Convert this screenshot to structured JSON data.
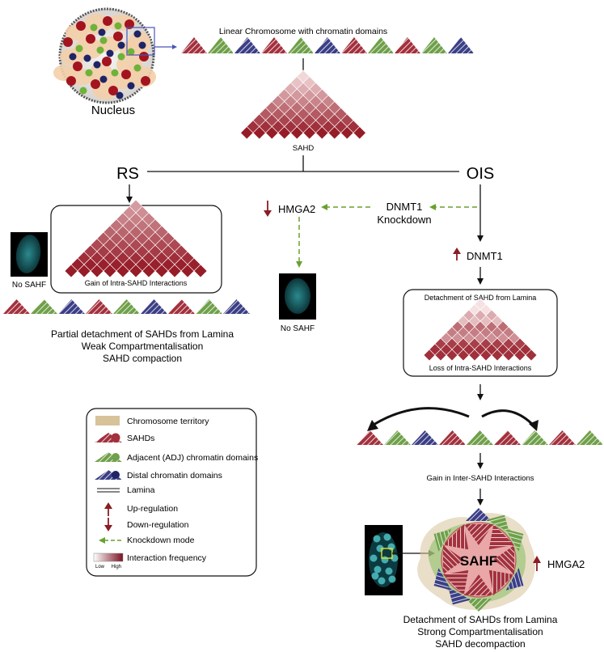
{
  "top": {
    "nucleus_label": "Nucleus",
    "linear_chromosome_label": "Linear Chromosome with chromatin domains",
    "sahd_label": "SAHD"
  },
  "branches": {
    "rs_label": "RS",
    "ois_label": "OIS"
  },
  "rs": {
    "no_sahf": "No SAHF",
    "box_label": "Gain of Intra-SAHD Interactions",
    "summary": [
      "Partial detachment of SAHDs from Lamina",
      "Weak Compartmentalisation",
      "SAHD compaction"
    ]
  },
  "middle": {
    "hmga2": "HMGA2",
    "dnmt1_knockdown": [
      "DNMT1",
      "Knockdown"
    ],
    "no_sahf": "No SAHF"
  },
  "ois": {
    "dnmt1": "DNMT1",
    "box_top": "Detachment of SAHD from Lamina",
    "box_bottom": "Loss of Intra-SAHD Interactions",
    "gain_inter": "Gain in Inter-SAHD Interactions",
    "sahf": "SAHF",
    "hmga2": "HMGA2",
    "summary": [
      "Detachment of SAHDs from Lamina",
      "Strong Compartmentalisation",
      "SAHD decompaction"
    ]
  },
  "legend": {
    "items": [
      "Chromosome territory",
      "SAHDs",
      "Adjacent (ADJ) chromatin domains",
      "Distal chromatin domains",
      "Lamina",
      "Up-regulation",
      "Down-regulation",
      "Knockdown mode",
      "Interaction frequency"
    ],
    "low": "Low",
    "high": "High"
  },
  "colors": {
    "sahd": "#a3313d",
    "adj": "#6fa04a",
    "distal": "#3b3f86",
    "territory": "#d7c29a",
    "knockdown": "#6aa12f",
    "up_down": "#8a1c24"
  }
}
